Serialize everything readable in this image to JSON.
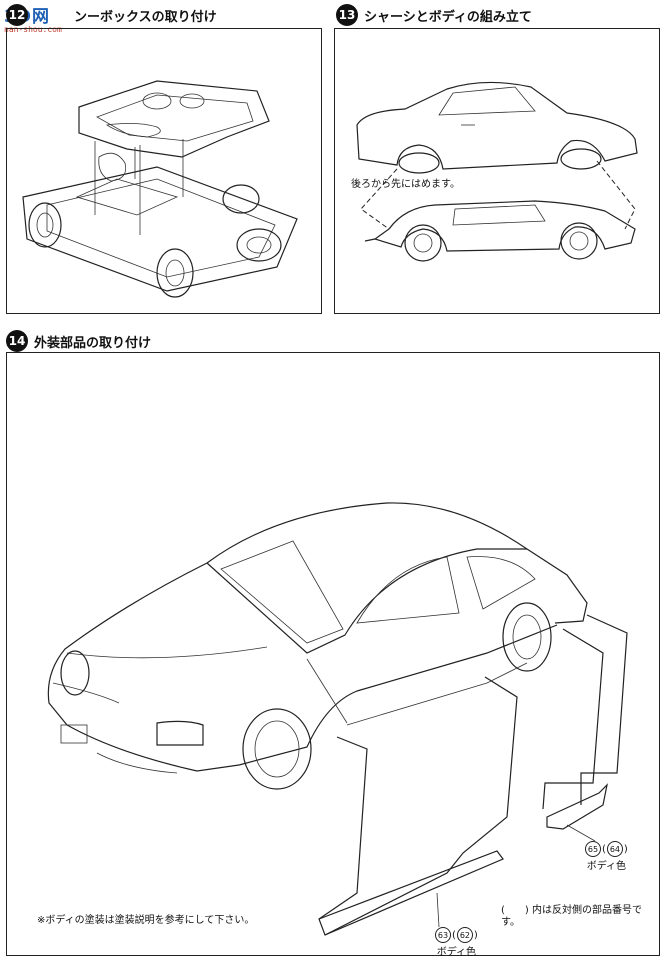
{
  "watermark": {
    "brand": "3D网",
    "url": "nan-shou.com"
  },
  "step12": {
    "number": "12",
    "title": "ンーボックスの取り付け"
  },
  "step13": {
    "number": "13",
    "title": "シャーシとボディの組み立て",
    "note": "後ろから先にはめます。"
  },
  "step14": {
    "number": "14",
    "title": "外装部品の取り付け"
  },
  "parts": [
    {
      "id": "65",
      "alt": "64",
      "color": "ボディ色"
    },
    {
      "id": "63",
      "alt": "62",
      "color": "ボディ色"
    }
  ],
  "footer": {
    "left_note": "※ボディの塗装は塗装説明を参考にして下さい。",
    "right_note": "(　　) 内は反対側の部品番号です。"
  }
}
